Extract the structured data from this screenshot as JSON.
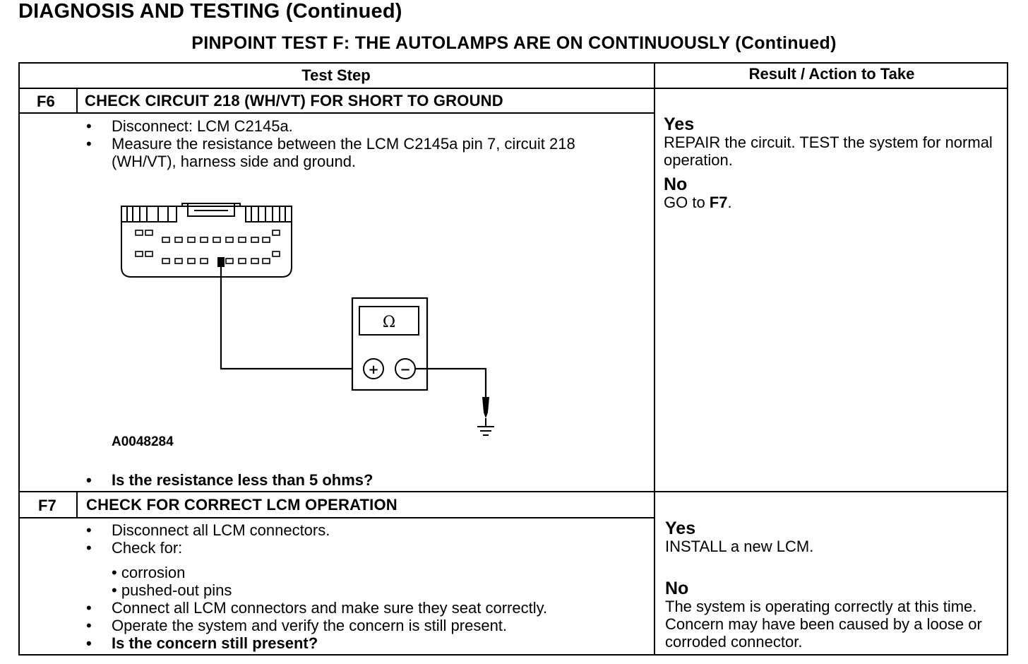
{
  "header": {
    "section": "DIAGNOSIS AND TESTING (Continued)",
    "test_title": "PINPOINT TEST F: THE AUTOLAMPS ARE ON CONTINUOUSLY (Continued)"
  },
  "table": {
    "col_test_step": "Test Step",
    "col_result": "Result / Action to Take"
  },
  "steps": [
    {
      "id": "F6",
      "title": "CHECK CIRCUIT 218 (WH/VT) FOR SHORT TO GROUND",
      "bullets": [
        "Disconnect: LCM C2145a.",
        "Measure the resistance between the LCM C2145a pin 7, circuit 218 (WH/VT), harness side and ground."
      ],
      "figure_code": "A0048284",
      "ohm_symbol": "Ω",
      "plus_symbol": "+",
      "minus_symbol": "−",
      "question": "Is the resistance less than 5 ohms?",
      "yes_label": "Yes",
      "yes_text": "REPAIR the circuit. TEST the system for normal operation.",
      "no_label": "No",
      "no_text_prefix": "GO to ",
      "no_text_bold": "F7",
      "no_text_suffix": "."
    },
    {
      "id": "F7",
      "title": "CHECK FOR CORRECT LCM OPERATION",
      "bullets": [
        "Disconnect all LCM connectors.",
        "Check for:"
      ],
      "sub_items": [
        "corrosion",
        "pushed-out pins"
      ],
      "bullets_after": [
        "Connect all LCM connectors and make sure they seat correctly.",
        "Operate the system and verify the concern is still present."
      ],
      "question": "Is the concern still present?",
      "yes_label": "Yes",
      "yes_text": "INSTALL a new LCM.",
      "no_label": "No",
      "no_text": "The system is operating correctly at this time. Concern may have been caused by a loose or corroded connector."
    }
  ]
}
